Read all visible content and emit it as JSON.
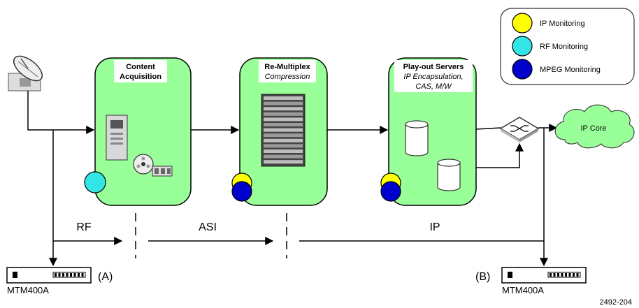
{
  "legend": {
    "items": [
      {
        "label": "IP Monitoring",
        "color": "#ffff00"
      },
      {
        "label": "RF Monitoring",
        "color": "#33e6e6"
      },
      {
        "label": "MPEG Monitoring",
        "color": "#0000cc"
      }
    ]
  },
  "stages": {
    "acquisition": {
      "title_line1": "Content",
      "title_line2": "Acquisition"
    },
    "remux": {
      "title": "Re-Multiplex",
      "subtitle": "Compression"
    },
    "playout": {
      "title": "Play-out Servers",
      "subtitle_line1": "IP Encapsulation,",
      "subtitle_line2": "CAS, M/W"
    }
  },
  "cloud": {
    "label": "IP Core"
  },
  "segments": {
    "rf": "RF",
    "asi": "ASI",
    "ip": "IP"
  },
  "probes": {
    "a": {
      "device": "MTM400A",
      "tag": "(A)"
    },
    "b": {
      "device": "MTM400A",
      "tag": "(B)"
    }
  },
  "figure_id": "2492-204",
  "colors": {
    "stage_fill": "#99ff99",
    "cloud_fill": "#99ff99"
  }
}
